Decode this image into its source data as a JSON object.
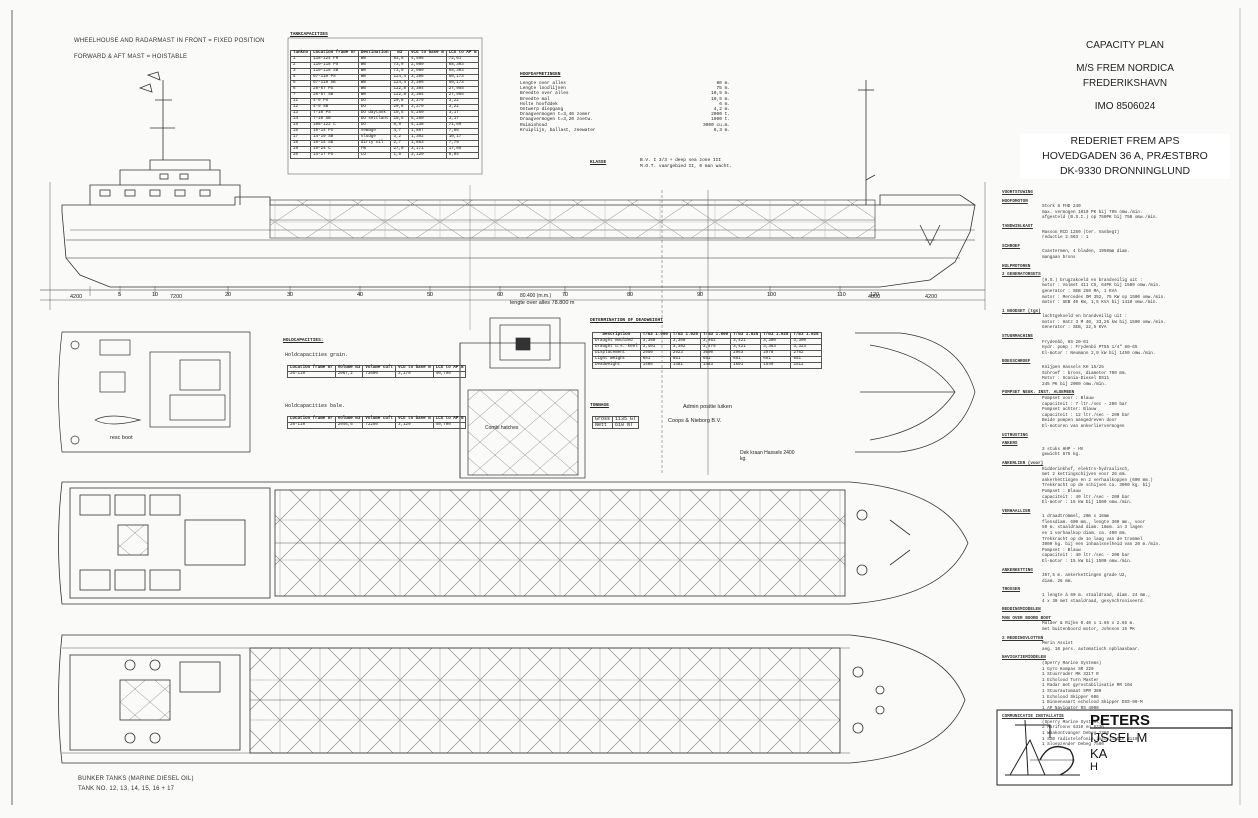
{
  "notes": {
    "wheelhouse": "WHEELHOUSE AND RADARMAST IN FRONT = FIXED POSITION",
    "masts": "FORWARD & AFT MAST = HOISTABLE",
    "bunker1": "BUNKER TANKS (MARINE DIESEL OIL)",
    "bunker2": "TANK NO. 12, 13, 14, 15, 16 + 17"
  },
  "title_block": {
    "l1": "CAPACITY PLAN",
    "l2": "M/S FREM NORDICA",
    "l3": "FREDERIKSHAVN",
    "l4": "IMO 8506024"
  },
  "owner_block": {
    "l1": "REDERIET FREM APS",
    "l2": "HOVEDGADEN 36 A, PRÆSTBRO",
    "l3": "DK-9330 DRONNINGLUND"
  },
  "tank_table": {
    "title": "TANKCAPACITIES",
    "headers": [
      "Tankno",
      "Location frame nr",
      "Destination",
      "m3",
      "VCG to base m",
      "LCG to AP m"
    ],
    "rows": [
      [
        "1",
        "118-124 FR",
        "WB",
        "83,5",
        "4,596",
        "72,61"
      ],
      [
        "2",
        "110-118 PS",
        "WB",
        "73,9",
        "2,080",
        "68,303"
      ],
      [
        "3",
        "110-118 SB",
        "WB",
        "73,9",
        "2,080",
        "68,303"
      ],
      [
        "4",
        "67-110 PS",
        "WB",
        "124,4",
        "3,396",
        "50,173"
      ],
      [
        "5",
        "67-110 SB",
        "WB",
        "124,4",
        "3,396",
        "50,173"
      ],
      [
        "6",
        "26-67 PS",
        "WB",
        "122,8",
        "3,384",
        "27,955"
      ],
      [
        "7",
        "26-67 SB",
        "WB",
        "122,8",
        "3,384",
        "27,955"
      ],
      [
        "11",
        "4-9 PS",
        "DO",
        "20,8",
        "3,279",
        "3,22"
      ],
      [
        "12",
        "4-9 SB",
        "DO",
        "20,8",
        "3,279",
        "3,22"
      ],
      [
        "13",
        "7-10 PS",
        "DO daytank",
        "10,5",
        "5,260",
        "3,17"
      ],
      [
        "14",
        "7-10 SB",
        "DO settlant",
        "10,5",
        "5,260",
        "3,17"
      ],
      [
        "15",
        "108-122 C",
        "DO",
        "8,9",
        "4,138",
        "71,69"
      ],
      [
        "16",
        "10-14 PS",
        "sewage",
        "4,7",
        "1,807",
        "7,96"
      ],
      [
        "17",
        "14-19 SB",
        "sludge",
        "3,2",
        "1,392",
        "10,17"
      ],
      [
        "18",
        "10-14 SB",
        "dirty oil",
        "2,7",
        "1,863",
        "7,79"
      ],
      [
        "19",
        "19-24 C",
        "FW",
        "27,0",
        "3,171",
        "17,65"
      ],
      [
        "20",
        "14-17 PS",
        "LO",
        "1,5",
        "3,120",
        "6,84"
      ]
    ]
  },
  "main_dims": {
    "title": "HOOFDAFMETINGEN",
    "rows": [
      [
        "Lengte over alles",
        "80 m."
      ],
      [
        "Lengte loodlijnen",
        "75 m."
      ],
      [
        "Breedte over alles",
        "10,5 m."
      ],
      [
        "Breedte mal",
        "10,5 m."
      ],
      [
        "Holte hoofddek",
        "6 m."
      ],
      [
        "Ontwerp diepgang",
        "4,2 m."
      ],
      [
        "Draagvermogen t=3,40 zomer",
        "2000 t."
      ],
      [
        "Draagvermogen t=3,20 zoetw.",
        "1900 t."
      ],
      [
        "Ruiminhoud",
        "3000 cu.m."
      ],
      [
        "Kruiplijn, ballast, zeewater",
        "6,3 m."
      ]
    ]
  },
  "class_block": {
    "title": "KLASSE",
    "l1": "B.V. I 3/3 + deep sea zone III",
    "l2": "M.O.T. vaargebied II, 0 man wacht."
  },
  "hold_cap": {
    "title": "HOLDCAPACITIES:",
    "grain_title": "Holdcapacities grain.",
    "bale_title": "Holdcapacities bale.",
    "headers": [
      "Location frame nr",
      "Volume m3",
      "Volume cuft",
      "VCG to base m",
      "LCG to AP m"
    ],
    "grain": [
      "26-110",
      "2067,2",
      "73000",
      "3,179",
      "40,790"
    ],
    "bale": [
      "26-110",
      "2046,6",
      "72250",
      "3,129",
      "40,790"
    ]
  },
  "deadweight": {
    "title": "DETERMINATION OF DEADWEIGHT",
    "headers": [
      "Description",
      "T/m3 1.000",
      "T/m3 1.025",
      "T/m3 1.000",
      "T/m3 1.025",
      "T/m3 1.025",
      "T/m3 1.025"
    ],
    "rows": [
      [
        "Draught moulded",
        "3,388",
        "3,368",
        "3,462",
        "3,421",
        "3,380",
        "3,300"
      ],
      [
        "Draught u.s. keel",
        "3,401",
        "3,382",
        "3,475",
        "3,421",
        "3,363",
        "3,323"
      ],
      [
        "Displacement",
        "2950",
        "2923",
        "3000",
        "2963",
        "2978",
        "2762"
      ],
      [
        "Light weight",
        "651",
        "651",
        "651",
        "651",
        "651",
        "651"
      ],
      [
        "Deadweight",
        "1486",
        "1481",
        "1483",
        "1601",
        "1549",
        "1512"
      ]
    ]
  },
  "tonnage": {
    "title": "TONNAGE",
    "rows": [
      [
        "Gross",
        "1135 GT"
      ],
      [
        "Nett",
        "610 NT"
      ]
    ]
  },
  "misc_labels": {
    "rescue": "resc boot",
    "hatch": "Combi hatches",
    "coops": "Coops & Nieborg B.V.",
    "length_oa": "lengte over alles 78.800 m",
    "length_pp": "80.400 (m.m.)",
    "hatch_cover": "Admin positie luiken",
    "crane": "Dek kraan Hassels 2400 kg."
  },
  "dims_bottom": {
    "d1": "4200",
    "d2": "7200",
    "d3": "4800",
    "d4": "4200"
  },
  "frame_numbers": [
    "5",
    "10",
    "20",
    "30",
    "40",
    "50",
    "60",
    "70",
    "80",
    "90",
    "100",
    "110",
    "120"
  ],
  "spec_sheet": [
    {
      "label": "VOORTSTUWING",
      "lines": []
    },
    {
      "label": "HOOFDMOTOR",
      "lines": [
        "Stork 8 FHD 240",
        "max. vermogen 1010 PK bij 795 omw./min.",
        "afgesteld (B.S.I.) op 750PK bij 750 omw./min."
      ]
    },
    {
      "label": "TANDWIELKAST",
      "lines": [
        "Masson RCD 1250 (ter. Vanbegt)",
        "reductie 2.563 : 1"
      ]
    },
    {
      "label": "SCHROEF",
      "lines": [
        "Coastermen, 4 bladen, 1950mm diam.",
        "mangaan brons"
      ]
    },
    {
      "label": "HULPMOTOREN",
      "lines": []
    },
    {
      "label": "2 GENERATORSETS",
      "lines": [
        "(H.S.) brugzakoeld en brandveilig uit :",
        "motor : Valmet 411 CS, 64PK bij 1500 omw./min.",
        "generator : SEB 250 MA, 1 KVA",
        "motor : Mercedes OM 352, 75 KW op 1500 omw./min.",
        "motor : SEB 40 KW, 1,5 KVA bij 1410 omw./min."
      ]
    },
    {
      "label": "1 NOODSET (tgs)",
      "lines": [
        "luchtgekoeld en brandveilig uit :",
        "motor : Hatz 3 M 40, 33,26 kW bij 1500 omw./min.",
        "Generator : SEB, 22,5 KVA"
      ]
    },
    {
      "label": "STUURMACHINE",
      "lines": [
        "Frydenbö, HS 20-01",
        "Hydr. pomp : Frydenbö PT55 1/4\" 80-65",
        "El-motor : Neumann 2,9 kW bij 1450 omw./min."
      ]
    },
    {
      "label": "BOEGSCHROEF",
      "lines": [
        "Knijpen Hassels KH 15/25",
        "Schroef : brons, diameter 700 mm.",
        "Motor : Scania-Diesel DS11",
        "245 PK bij 2000 omw./min."
      ]
    },
    {
      "label": "POMPSET NEUK. INST. ALGEMEEN",
      "lines": [
        "Pompset voor : Blauw",
        "capaciteit : 7 ltr./sec - 200 bar",
        "Pompset achter: Blauw",
        "capaciteit : 12 ltr./sec - 200 bar",
        "Beide pompen aangedreven door",
        "El-motoren van ankerliervermogen"
      ]
    },
    {
      "label": "UITRUSTING",
      "lines": []
    },
    {
      "label": "ANKERS",
      "lines": [
        "3 stuks HHP - HV",
        "gewicht 675 kg."
      ]
    },
    {
      "label": "ANKERLIER (voor)",
      "lines": [
        "Ridderinkhof, elektro-hydraulisch,",
        "met 2 kettingschijven voor 26 mm.",
        "ankerkettingen en 2 verhaalkoppen (600 mm.)",
        "Trekkracht op de schijven ca. 3000 kg. bij",
        "Pompset : Blauw",
        "capaciteit : 40 ltr./sec - 200 bar",
        "El-motor : 15 kW bij 1500 omw./min."
      ]
    },
    {
      "label": "VERHAALLIER",
      "lines": [
        "1 draadtrommel, 20m x 16mm",
        "flensdiam. 600 mm., lengte 360 mm., voor",
        "50 m. staaldraad diam. 18mm. in 3 lagen",
        "en 1 verhaalkop diam. ca. 400 mm.",
        "Trekkracht op de 1e laag van de trommel",
        "3000 kg. bij een inhaalsnelheid van 20 m./min.",
        "Pompset : Blauw",
        "capaciteit : 40 ltr./sec - 200 bar",
        "El-motor : 15 kW bij 1500 omw./min."
      ]
    },
    {
      "label": "ANKERKETTING",
      "lines": [
        "357,5 m. ankerkettingen grade U2,",
        "diam. 26 mm."
      ]
    },
    {
      "label": "TROSSEN",
      "lines": [
        "1 lengte à 60 m. staaldraad, diam. 24 mm.,",
        "4 x 30 met staaldraad, gesynchroniseerd."
      ]
    },
    {
      "label": "REDDINGMIDDELEN",
      "lines": []
    },
    {
      "label": "MAN OVER BOORD BOOT",
      "lines": [
        "Mulder & Rijke 0.40 x 1.65 x 2.65 m.",
        "met buitenboord motor, Johnson 15 PK"
      ]
    },
    {
      "label": "2 REDDINGVLOTTEN",
      "lines": [
        "Merin Assist",
        "aeg. 10 pers. automatisch opblaasbaar."
      ]
    },
    {
      "label": "NAVIGATIEMIDDELEN",
      "lines": [
        "(Sperry Marine Systems)",
        "1 Gyro Kompas        SR 220",
        "1 Stuurrader          MK 3217 R",
        "1 Echolood             Turn Master",
        "1 Radar met gyrostabilisatie  MR 104",
        "1 Stuurautomaat      SPR 380",
        "1 Echolood            Skipper 606",
        "1 Binnenvaart echolood  Skipper DSS-99-M",
        "1 AP Navigator        RS 4000"
      ]
    },
    {
      "label": "COMMUNICATIE INSTALLATIE",
      "lines": [
        "(Sperry Marine Systems)",
        "2 Marifoons             6310 en 6330",
        "1 Waakontvanger          Debeg 2360",
        "1 SSB radiotelefonie installatie   3110",
        "1 Sloepzender             Debeg 7500"
      ]
    }
  ],
  "logo": {
    "l1": "PETERS",
    "l2": "IJSSEL M",
    "l3": "KA",
    "l4": "H"
  }
}
